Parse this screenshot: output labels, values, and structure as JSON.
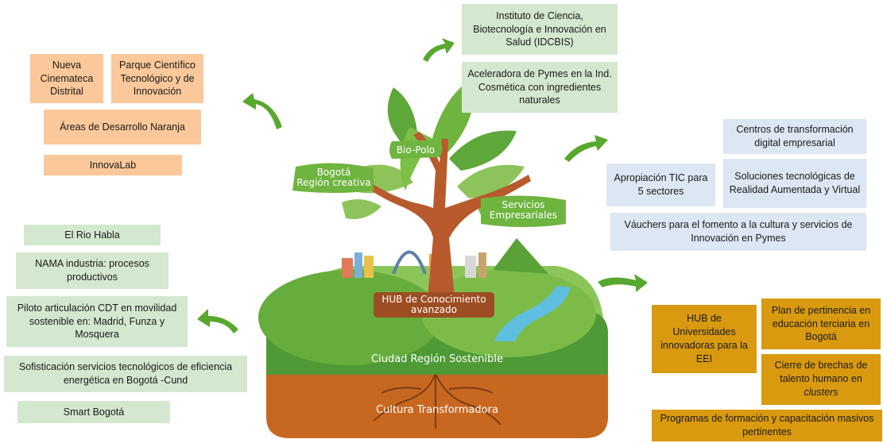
{
  "tree": {
    "bio_polo": "Bio-Polo",
    "bogota_region": "Bogotá\nRegión creativa",
    "servicios": "Servicios\nEmpresariales",
    "hub": "HUB de Conocimiento\navanzado",
    "ciudad": "Ciudad Región Sostenible",
    "cultura": "Cultura Transformadora"
  },
  "creative": {
    "nueva_cinemateca": "Nueva Cinemateca Distrital",
    "parque": "Parque Científico Tecnológico y de Innovación",
    "areas": "Áreas de Desarrollo Naranja",
    "innovalab": "InnovaLab"
  },
  "biopolo": {
    "instituto": "Instituto de Ciencia, Biotecnología e Innovación en Salud (IDCBIS)",
    "aceleradora": "Aceleradora de Pymes en la Ind. Cosmética con ingredientes naturales"
  },
  "services": {
    "centros": "Centros de transformación digital empresarial",
    "apropiacion": "Apropiación TIC para 5 sectores",
    "soluciones": "Soluciones tecnológicas de Realidad Aumentada y Virtual",
    "vauchers": "Váuchers para el fomento a la cultura y servicios de Innovación en Pymes"
  },
  "sustainable": {
    "rio": "El Rio Habla",
    "nama": "NAMA industria: procesos productivos",
    "piloto": "Piloto articulación CDT en movilidad sostenible en: Madrid, Funza y Mosquera",
    "sofisticacion": "Sofisticación servicios tecnológicos de eficiencia energética en Bogotá -Cund",
    "smart": "Smart Bogotá"
  },
  "knowledge": {
    "hub_univ": "HUB de Universidades innovadoras para la EEI",
    "plan": "Plan de pertinencia en educación terciaria en Bogotá",
    "cierre_text": "Cierre de brechas de talento humano en",
    "cierre_em": "clusters",
    "programas": "Programas de formación  y capacitación masivos pertinentes"
  },
  "colors": {
    "orange_box": "#fac89a",
    "green_box": "#d3e8cf",
    "blue_box": "#dbe7f3",
    "gold_box": "#d99a10",
    "leaf_green": "#6fb43f",
    "trunk": "#b85a2c",
    "soil": "#c8671f",
    "grass": "#4f9a36"
  }
}
